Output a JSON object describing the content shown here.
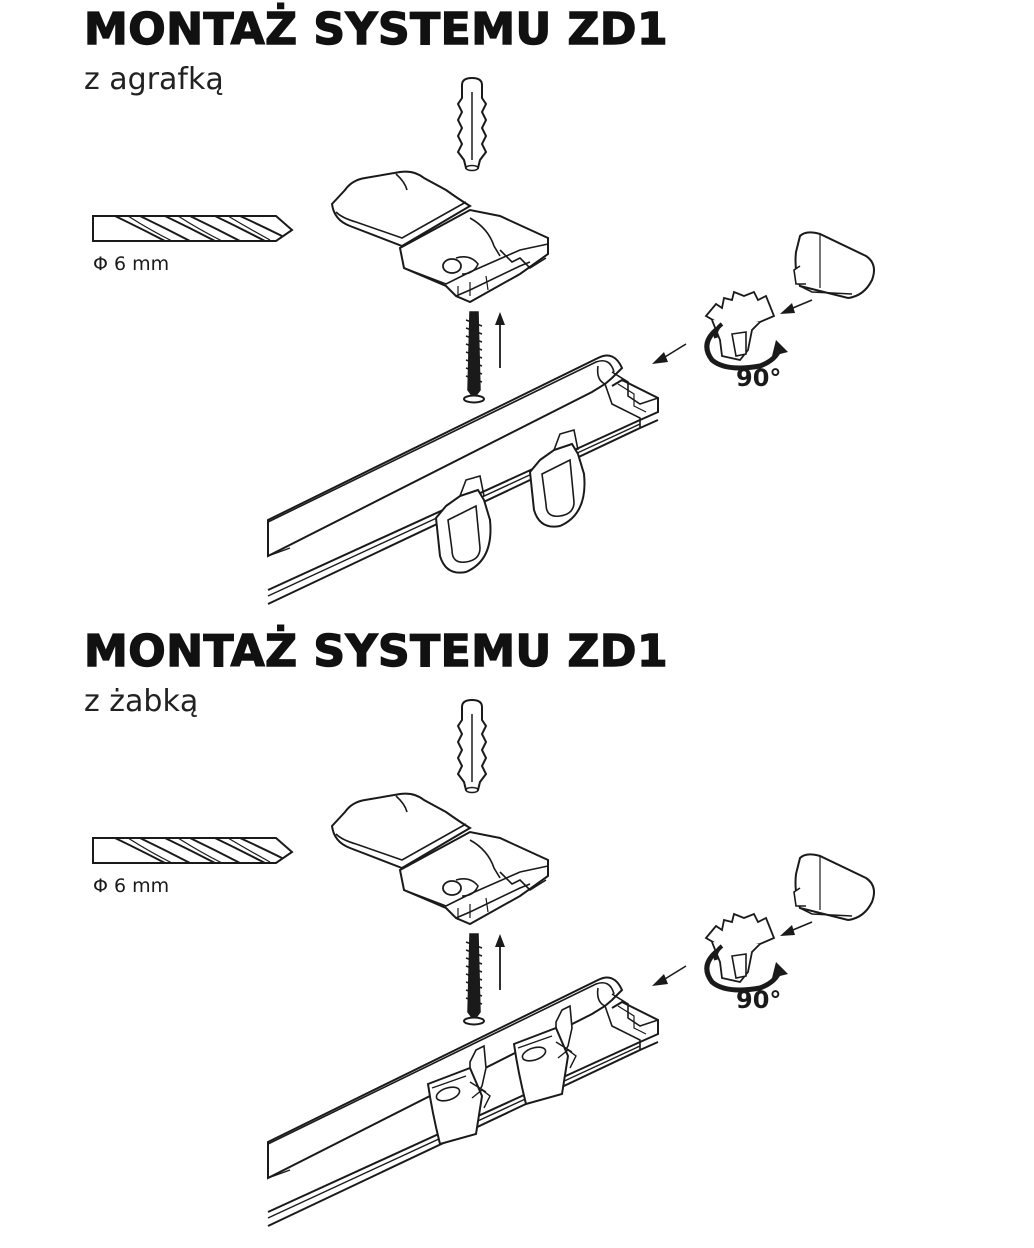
{
  "sections": [
    {
      "title": "MONTAŻ SYSTEMU ZD1",
      "subtitle": "z agrafką",
      "drill_label": "Φ 6 mm",
      "rotation_label": "90°",
      "hanger_type": "agrafka-hook"
    },
    {
      "title": "MONTAŻ SYSTEMU ZD1",
      "subtitle": "z żabką",
      "drill_label": "Φ 6 mm",
      "rotation_label": "90°",
      "hanger_type": "zabka-clip"
    }
  ],
  "colors": {
    "line": "#1a1a1a",
    "background": "#ffffff"
  }
}
